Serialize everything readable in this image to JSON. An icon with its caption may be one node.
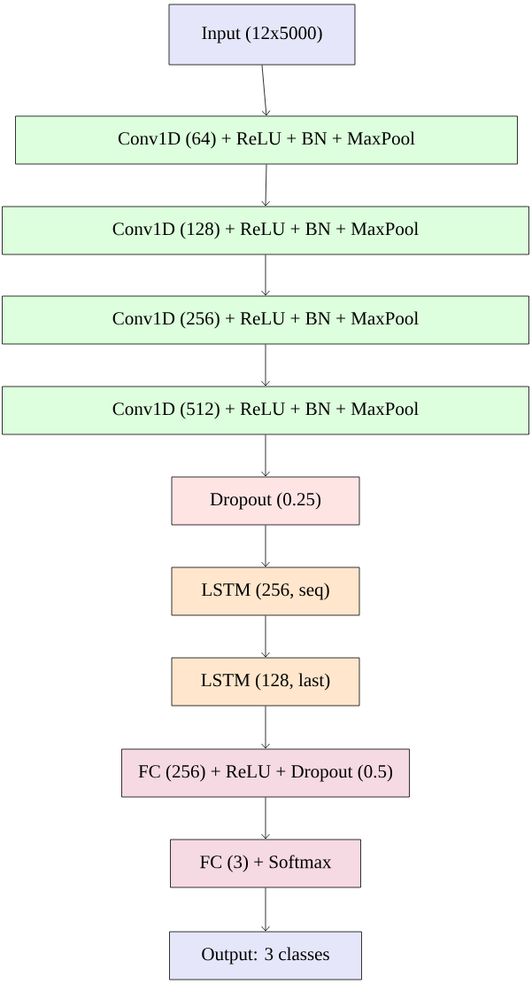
{
  "diagram": {
    "nodes": [
      {
        "text": [
          "Input (12x5000)"
        ]
      },
      {
        "text": [
          "Conv1D (64) + ReLU + BN + MaxPool"
        ]
      },
      {
        "text": [
          "Conv1D (128) + ReLU + BN + MaxPool"
        ]
      },
      {
        "text": [
          "Conv1D (256) + ReLU + BN + MaxPool"
        ]
      },
      {
        "text": [
          "Conv1D (512) + ReLU + BN + MaxPool"
        ]
      },
      {
        "text": [
          "Dropout (0.25)"
        ]
      },
      {
        "text": [
          "LSTM (256, seq)"
        ]
      },
      {
        "text": [
          "LSTM (128, last)"
        ]
      },
      {
        "text": [
          "FC (256) + ReLU + Dropout (0.5)"
        ]
      },
      {
        "text": [
          "FC (3) + Softmax"
        ]
      },
      {
        "text": [
          "Output: 3 classes"
        ]
      }
    ],
    "edges": [
      {
        "from": 0,
        "to": 1,
        "arrow": "to"
      },
      {
        "from": 1,
        "to": 2,
        "arrow": "to"
      },
      {
        "from": 2,
        "to": 3,
        "arrow": "to"
      },
      {
        "from": 3,
        "to": 4,
        "arrow": "to"
      },
      {
        "from": 4,
        "to": 5,
        "arrow": "to"
      },
      {
        "from": 5,
        "to": 6,
        "arrow": "to"
      },
      {
        "from": 6,
        "to": 7,
        "arrow": "to"
      },
      {
        "from": 7,
        "to": 8,
        "arrow": "to"
      },
      {
        "from": 8,
        "to": 9,
        "arrow": "to"
      },
      {
        "from": 9,
        "to": 10,
        "arrow": "to"
      }
    ]
  }
}
